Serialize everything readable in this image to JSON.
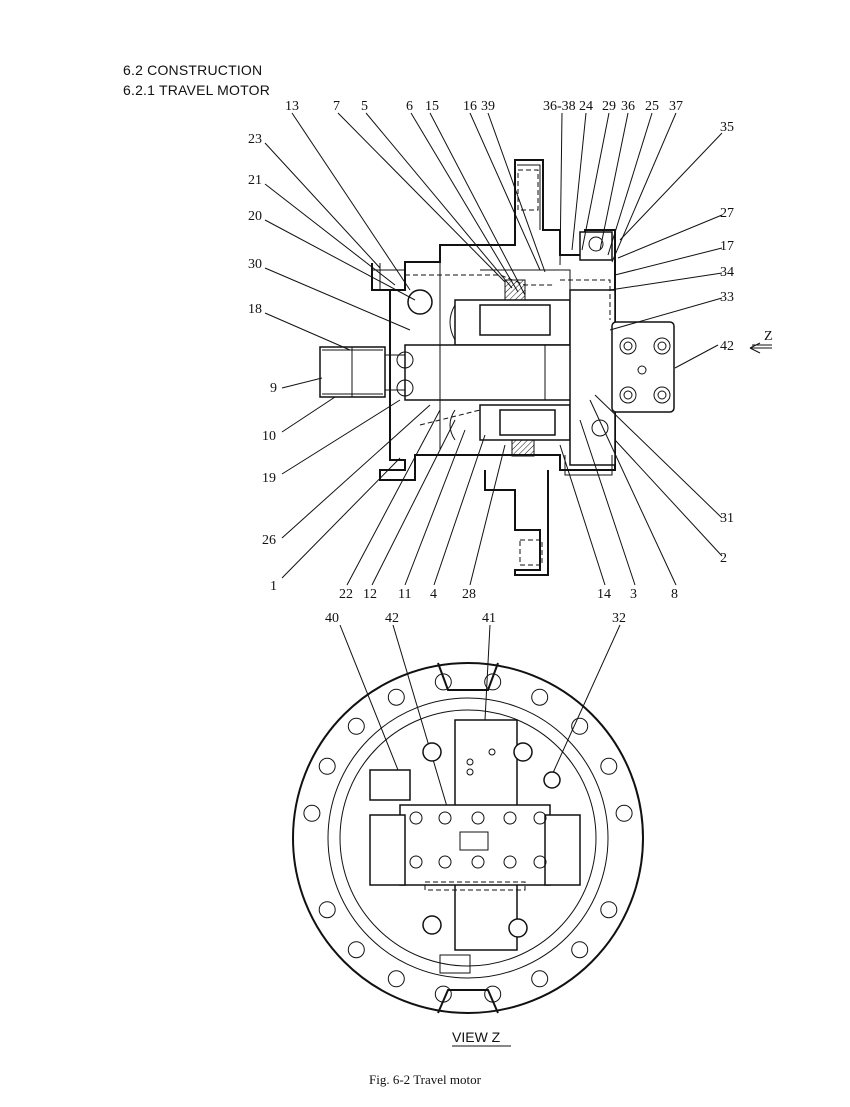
{
  "document": {
    "section_heading": "6.2 CONSTRUCTION",
    "subsection_heading": "6.2.1 TRAVEL MOTOR",
    "figure_caption": "Fig. 6-2    Travel motor",
    "view_label": "VIEW   Z",
    "view_arrow_label": "Z"
  },
  "callouts_top": [
    "13",
    "7",
    "5",
    "6",
    "15",
    "16",
    "39",
    "36-38",
    "24",
    "29",
    "36",
    "25",
    "37"
  ],
  "callouts_left": [
    "23",
    "21",
    "20",
    "30",
    "18",
    "9",
    "10",
    "19",
    "26",
    "1"
  ],
  "callouts_right": [
    "35",
    "27",
    "17",
    "34",
    "33",
    "42",
    "31",
    "2"
  ],
  "callouts_bottom": [
    "22",
    "12",
    "11",
    "4",
    "28",
    "14",
    "3",
    "8"
  ],
  "callouts_view_z": [
    "40",
    "42",
    "41",
    "32"
  ]
}
